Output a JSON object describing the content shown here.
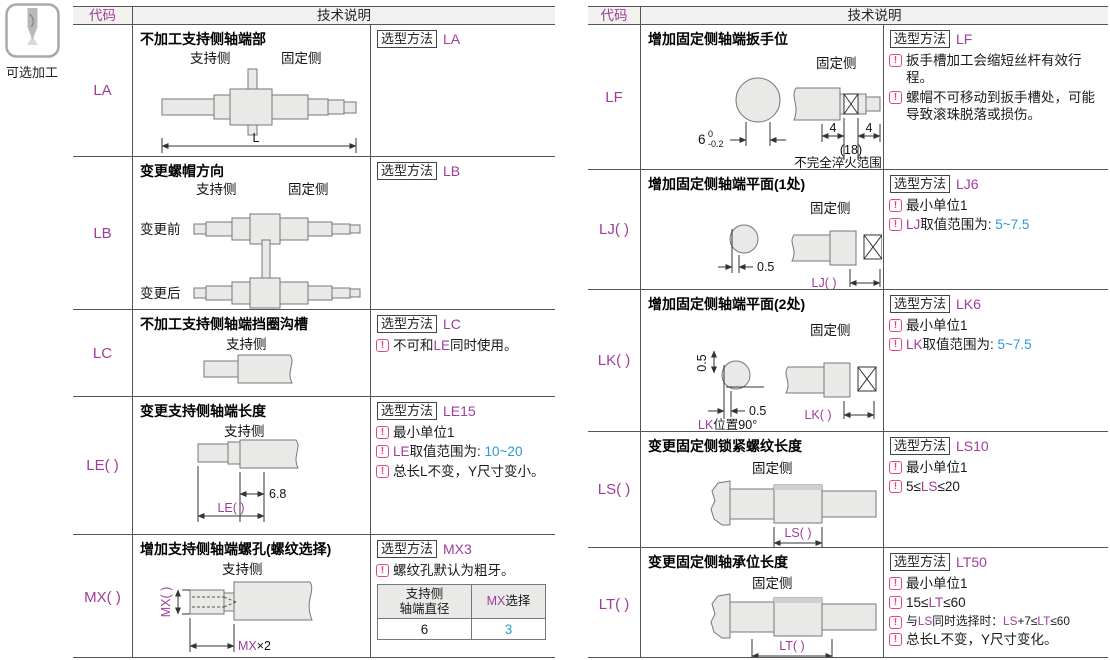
{
  "badge": {
    "label": "可选加工",
    "icon": "drill-icon"
  },
  "colors": {
    "accent": "#a03c9b",
    "alert": "#e8457f",
    "blue": "#2b9ad4",
    "header_bg": "#f1f1ef",
    "border": "#555555"
  },
  "labels": {
    "method": "选型方法"
  },
  "tables": {
    "left": {
      "header": {
        "code": "代码",
        "tech": "技术说明"
      },
      "rows": [
        {
          "code": "LA",
          "title": "不加工支持侧轴端部",
          "value": "LA",
          "d": {
            "support": "支持侧",
            "fixed": "固定侧",
            "dimL": "L"
          },
          "notes": []
        },
        {
          "code": "LB",
          "title": "变更螺帽方向",
          "value": "LB",
          "d": {
            "support": "支持侧",
            "fixed": "固定侧",
            "before": "变更前",
            "after": "变更后"
          },
          "notes": []
        },
        {
          "code": "LC",
          "title": "不加工支持侧轴端挡圈沟槽",
          "value": "LC",
          "d": {
            "support": "支持侧"
          },
          "notes": [
            [
              {
                "t": "不可和"
              },
              {
                "t": "LE",
                "c": "acc"
              },
              {
                "t": "同时使用。"
              }
            ]
          ]
        },
        {
          "code": "LE( )",
          "title": "变更支持侧轴端长度",
          "value": "LE15",
          "d": {
            "support": "支持侧",
            "dim68": "6.8",
            "dimLE": "LE( )"
          },
          "notes": [
            [
              {
                "t": "最小单位1"
              }
            ],
            [
              {
                "t": "LE",
                "c": "acc"
              },
              {
                "t": "取值范围为: "
              },
              {
                "t": "10~20",
                "c": "blu"
              }
            ],
            [
              {
                "t": "总长L不变，Y尺寸变小。"
              }
            ]
          ]
        },
        {
          "code": "MX( )",
          "title": "增加支持侧轴端螺孔(螺纹选择)",
          "value": "MX3",
          "d": {
            "support": "支持侧",
            "dimMX": "MX( )",
            "mx": "MX",
            "x2": "×2"
          },
          "notes": [
            [
              {
                "t": "螺纹孔默认为粗牙。"
              }
            ]
          ],
          "mini": {
            "h1a": "支持侧",
            "h1b": "轴端直径",
            "h2_acc": "MX",
            "h2_rest": "选择",
            "v1": "6",
            "v2": "3"
          }
        }
      ]
    },
    "right": {
      "header": {
        "code": "代码",
        "tech": "技术说明"
      },
      "rows": [
        {
          "code": "LF",
          "title": "增加固定侧轴端扳手位",
          "value": "LF",
          "d": {
            "fixed": "固定侧",
            "six": "6",
            "tolUp": "0",
            "tolDn": "-0.2",
            "four1": "4",
            "four2": "4",
            "eighteen": "(18)",
            "range": "不完全淬火范围"
          },
          "notes": [
            [
              {
                "t": "扳手槽加工会缩短丝杆有效行程。"
              }
            ],
            [
              {
                "t": "螺帽不可移动到扳手槽处，可能导致滚珠脱落或损伤。"
              }
            ]
          ]
        },
        {
          "code": "LJ( )",
          "title": "增加固定侧轴端平面(1处)",
          "value": "LJ6",
          "d": {
            "fixed": "固定侧",
            "half": "0.5",
            "dimLJ": "LJ( )"
          },
          "notes": [
            [
              {
                "t": "最小单位1"
              }
            ],
            [
              {
                "t": "LJ",
                "c": "acc"
              },
              {
                "t": "取值范围为: "
              },
              {
                "t": "5~7.5",
                "c": "blu"
              }
            ]
          ]
        },
        {
          "code": "LK( )",
          "title": "增加固定侧轴端平面(2处)",
          "value": "LK6",
          "d": {
            "fixed": "固定侧",
            "halfV": "0.5",
            "halfH": "0.5",
            "dimLK": "LK( )",
            "posAcc": "LK",
            "posRest": "位置90°"
          },
          "notes": [
            [
              {
                "t": "最小单位1"
              }
            ],
            [
              {
                "t": "LK",
                "c": "acc"
              },
              {
                "t": "取值范围为: "
              },
              {
                "t": "5~7.5",
                "c": "blu"
              }
            ]
          ]
        },
        {
          "code": "LS( )",
          "title": "变更固定侧锁紧螺纹长度",
          "value": "LS10",
          "d": {
            "fixed": "固定侧",
            "dimLS": "LS( )"
          },
          "notes": [
            [
              {
                "t": "最小单位1"
              }
            ],
            [
              {
                "t": "5≤"
              },
              {
                "t": "LS",
                "c": "acc"
              },
              {
                "t": "≤20"
              }
            ]
          ]
        },
        {
          "code": "LT( )",
          "title": "变更固定侧轴承位长度",
          "value": "LT50",
          "d": {
            "fixed": "固定侧",
            "dimLT": "LT( )"
          },
          "notes": [
            [
              {
                "t": "最小单位1"
              }
            ],
            [
              {
                "t": "15≤"
              },
              {
                "t": "LT",
                "c": "acc"
              },
              {
                "t": "≤60"
              }
            ],
            [
              {
                "t": "与"
              },
              {
                "t": "LS",
                "c": "acc"
              },
              {
                "t": "同时选择时："
              },
              {
                "t": "LS",
                "c": "acc"
              },
              {
                "t": "+7≤"
              },
              {
                "t": "LT",
                "c": "acc"
              },
              {
                "t": "≤60"
              }
            ],
            [
              {
                "t": "总长L不变，Y尺寸变化。"
              }
            ]
          ]
        }
      ]
    }
  }
}
